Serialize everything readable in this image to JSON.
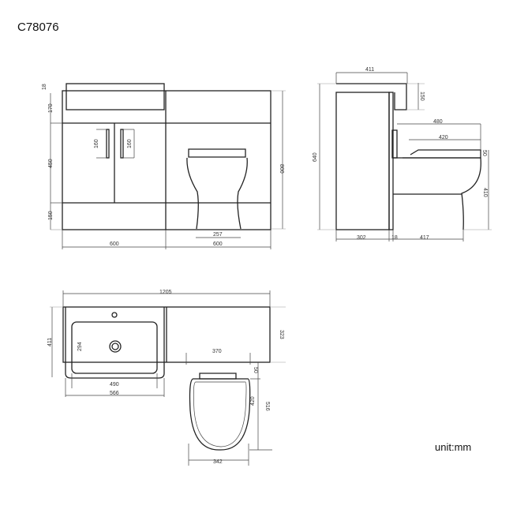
{
  "title": "C78076",
  "unit_label": "unit:mm",
  "front_view": {
    "worktop_thickness": "18",
    "basin_height": "170",
    "door_height": "450",
    "plinth_height": "150",
    "handle_left": "160",
    "handle_right": "160",
    "total_height": "800",
    "vanity_width": "600",
    "wc_unit_width": "600",
    "pan_base_width": "257"
  },
  "side_view": {
    "top_depth": "411",
    "basin_drop": "150",
    "total_height": "640",
    "pan_length": "480",
    "seat_length": "420",
    "seat_thickness": "50",
    "pan_height": "410",
    "cabinet_depth": "302",
    "panel_thickness": "18",
    "pan_projection": "417"
  },
  "top_view": {
    "total_width": "1205",
    "basin_depth": "411",
    "worktop_depth": "323",
    "bowl_depth": "294",
    "bowl_width": "490",
    "basin_width": "566",
    "cistern_width": "370",
    "cistern_gap": "50",
    "seat_depth": "420",
    "pan_depth": "516",
    "pan_width": "342"
  }
}
